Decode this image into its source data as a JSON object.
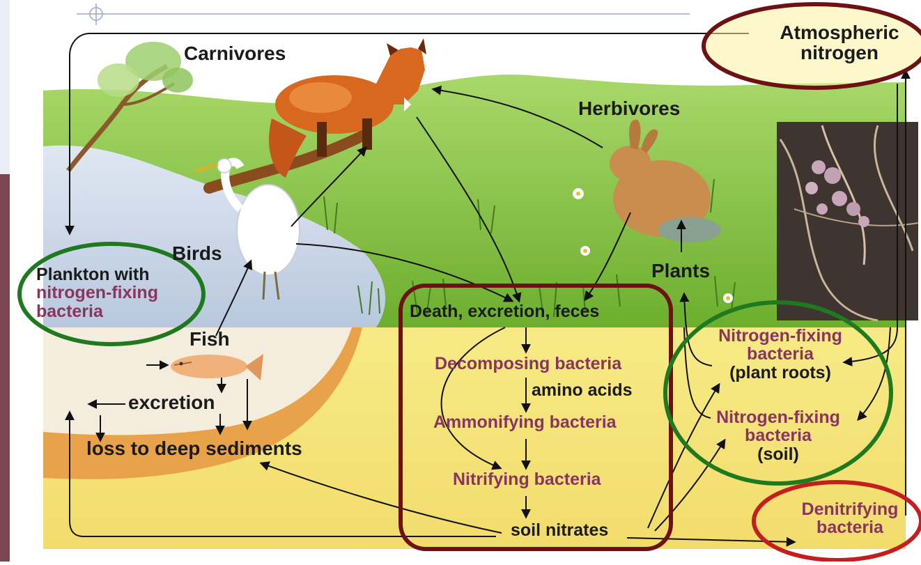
{
  "diagram": {
    "labels": {
      "atmospheric": "Atmospheric",
      "nitrogen": "nitrogen",
      "carnivores": "Carnivores",
      "herbivores": "Herbivores",
      "birds": "Birds",
      "plants": "Plants",
      "plankton_1": "Plankton with",
      "plankton_2": "nitrogen-fixing",
      "plankton_3": "bacteria",
      "fish": "Fish",
      "excretion": "excretion",
      "loss": "loss to deep sediments",
      "death": "Death, excretion, feces",
      "decomposing": "Decomposing bacteria",
      "amino": "amino acids",
      "ammonifying": "Ammonifying bacteria",
      "nitrifying": "Nitrifying bacteria",
      "soil_nitrates": "soil nitrates",
      "nfix_roots_1": "Nitrogen-fixing",
      "nfix_roots_2": "bacteria",
      "nfix_roots_3": "(plant roots)",
      "nfix_soil_1": "Nitrogen-fixing",
      "nfix_soil_2": "bacteria",
      "nfix_soil_3": "(soil)",
      "denitrifying_1": "Denitrifying",
      "denitrifying_2": "bacteria"
    },
    "colors": {
      "label_dark": "#1b1b1b",
      "label_purple": "#8a3560",
      "highlight_dark_red": "#6e1115",
      "highlight_red": "#c41e1e",
      "highlight_green": "#1f7a1f",
      "water": "#c9d6e8",
      "grass": "#8cc63f",
      "soil": "#f5e67a",
      "sediment": "#e8a24a"
    }
  }
}
